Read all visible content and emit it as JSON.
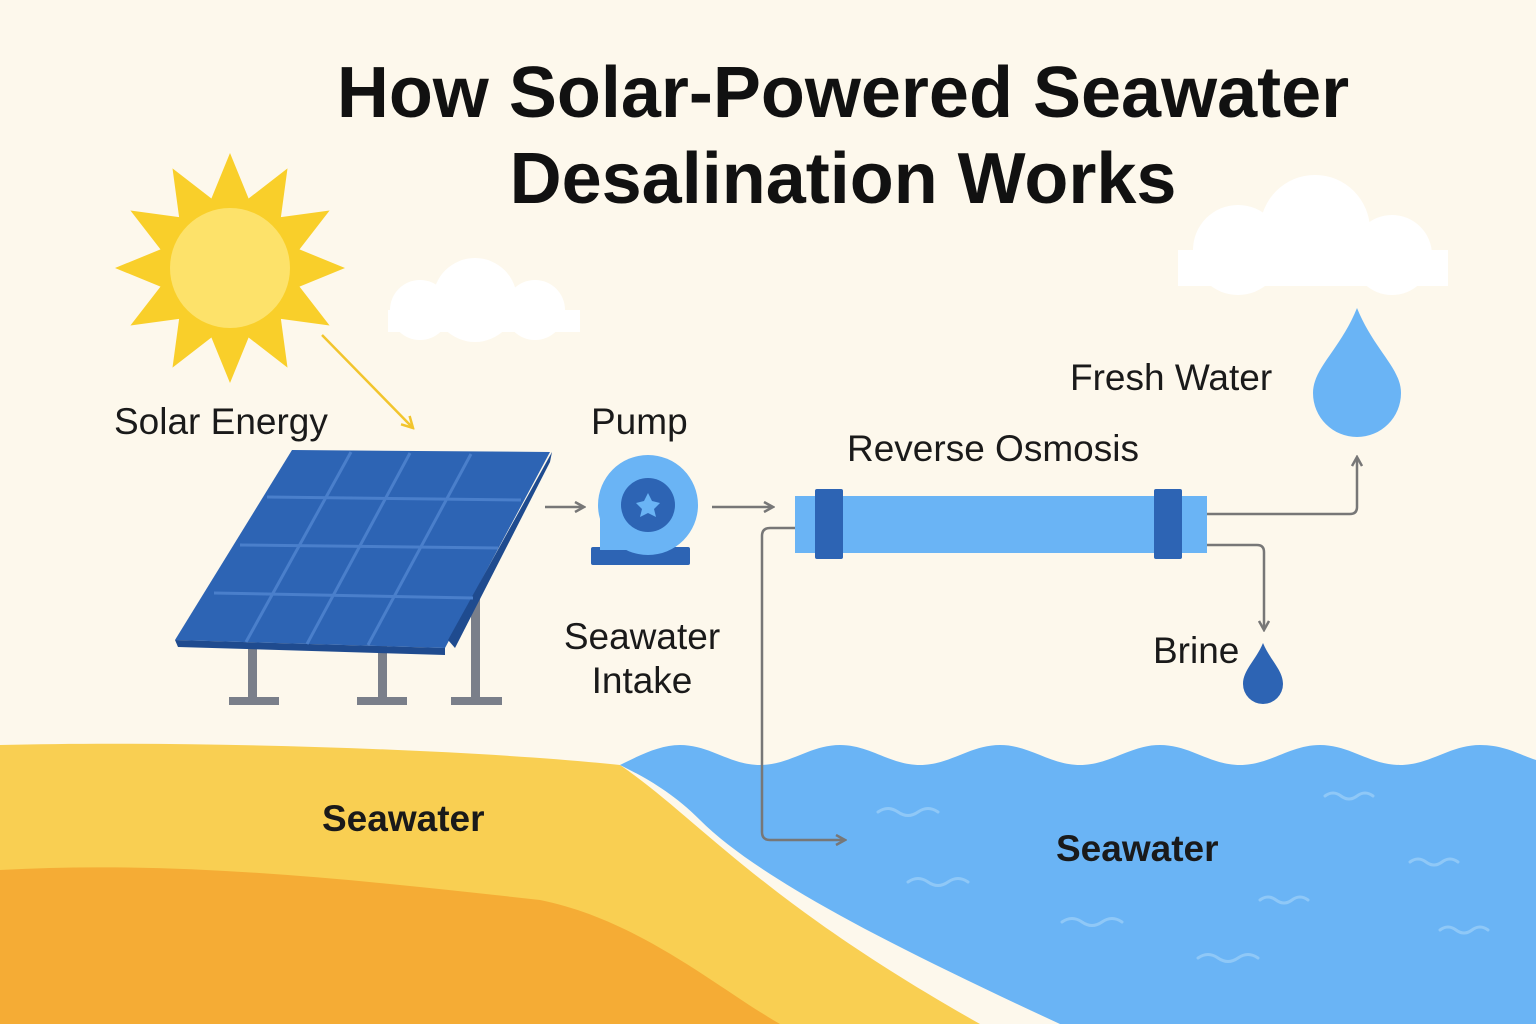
{
  "title": {
    "line1": "How Solar-Powered Seawater",
    "line2": "Desalination Works"
  },
  "labels": {
    "solar_energy": "Solar Energy",
    "pump": "Pump",
    "seawater_intake_line1": "Seawater",
    "seawater_intake_line2": "Intake",
    "reverse_osmosis": "Reverse Osmosis",
    "fresh_water": "Fresh Water",
    "brine": "Brine",
    "seawater_land": "Seawater",
    "seawater_sea": "Seawater"
  },
  "icons": [
    "sun-icon",
    "cloud-icon",
    "solar-panel-icon",
    "pump-icon",
    "ro-membrane-icon",
    "water-drop-icon",
    "brine-drop-icon"
  ],
  "colors": {
    "background": "#fdf8ec",
    "sun": "#f9cf2a",
    "panel": "#2d64b4",
    "water": "#6ab4f5",
    "sand": "#f9cf52",
    "sand_dark": "#f5ac35",
    "arrow": "#777777",
    "sun_arrow": "#f2c52d"
  }
}
